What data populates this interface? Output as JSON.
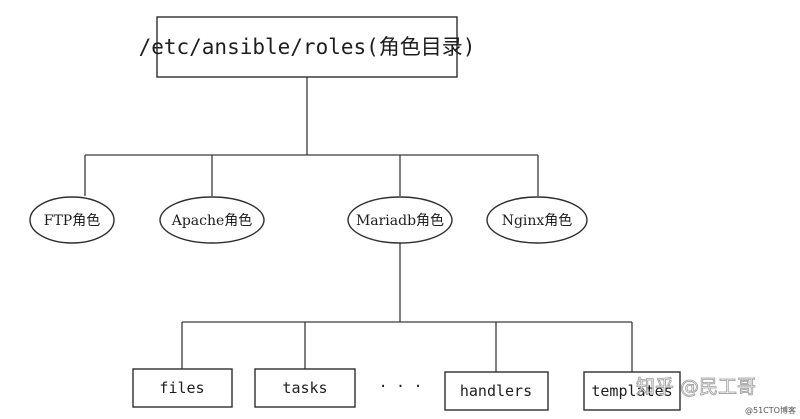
{
  "root": {
    "label": "/etc/ansible/roles(角色目录)"
  },
  "roles": [
    {
      "label": "FTP角色"
    },
    {
      "label": "Apache角色"
    },
    {
      "label": "Mariadb角色"
    },
    {
      "label": "Nginx角色"
    }
  ],
  "subdirs": [
    {
      "label": "files"
    },
    {
      "label": "tasks"
    },
    {
      "label": "handlers"
    },
    {
      "label": "templates"
    }
  ],
  "ellipsis": "· · ·",
  "watermark": {
    "main": "知乎 @民工哥",
    "sub": "@51CTO博客"
  }
}
